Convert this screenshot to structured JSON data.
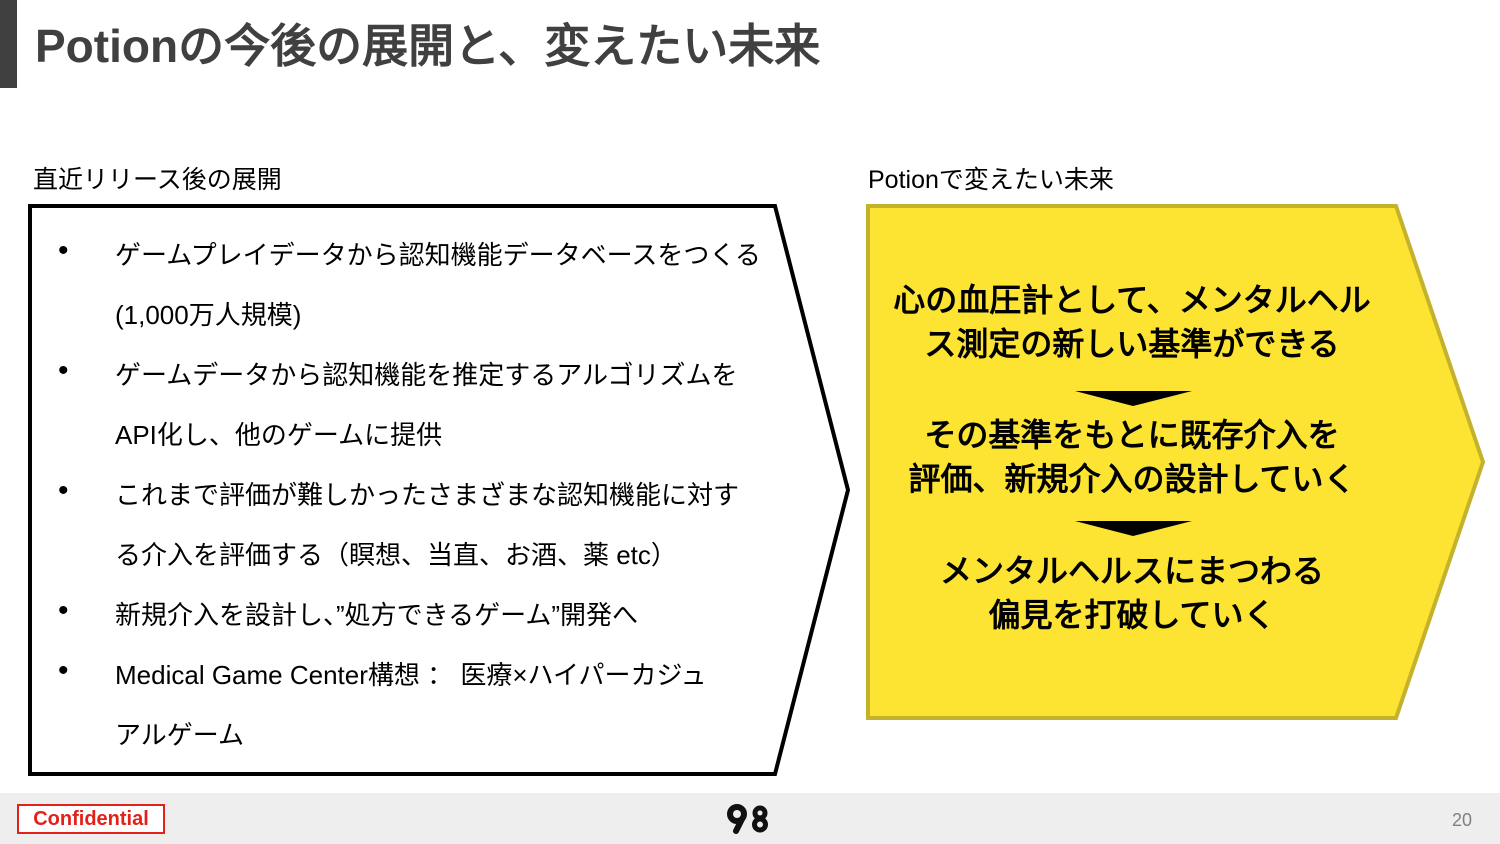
{
  "slide": {
    "title": "Potionの今後の展開と、変えたい未来",
    "confidential_label": "Confidential",
    "page_number": "20"
  },
  "left_panel": {
    "heading": "直近リリース後の展開",
    "bullet_symbol": "•",
    "bullets": [
      {
        "lines": [
          "ゲームプレイデータから認知機能データベースをつくる",
          "(1,000万人規模)"
        ]
      },
      {
        "lines": [
          "ゲームデータから認知機能を推定するアルゴリズムを",
          "API化し、他のゲームに提供"
        ]
      },
      {
        "lines": [
          "これまで評価が難しかったさまざまな認知機能に対す",
          "る介入を評価する（瞑想、当直、お酒、薬 etc）"
        ]
      },
      {
        "lines": [
          "新規介入を設計し、”処方できるゲーム”開発へ"
        ]
      },
      {
        "lines": [
          "Medical Game Center構想 ： 医療×ハイパーカジュ",
          "アルゲーム"
        ]
      }
    ]
  },
  "right_panel": {
    "heading": "Potionで変えたい未来",
    "statements": [
      {
        "lines": [
          "心の血圧計として、メンタルヘル",
          "ス測定の新しい基準ができる"
        ]
      },
      {
        "lines": [
          "その基準をもとに既存介入を",
          "評価、新規介入の設計していく"
        ]
      },
      {
        "lines": [
          "メンタルヘルスにまつわる",
          "偏見を打破していく"
        ]
      }
    ]
  },
  "icons": {
    "flow_arrow": "down-triangle-icon",
    "logo": "company-logo-icon"
  },
  "colors": {
    "title_bar": "#404040",
    "title_text": "#404040",
    "accent_yellow": "#FDE433",
    "accent_yellow_border": "#C4B22C",
    "confidential_red": "#E3211B",
    "footer_background": "#EEEEEE",
    "page_number": "#808080"
  }
}
